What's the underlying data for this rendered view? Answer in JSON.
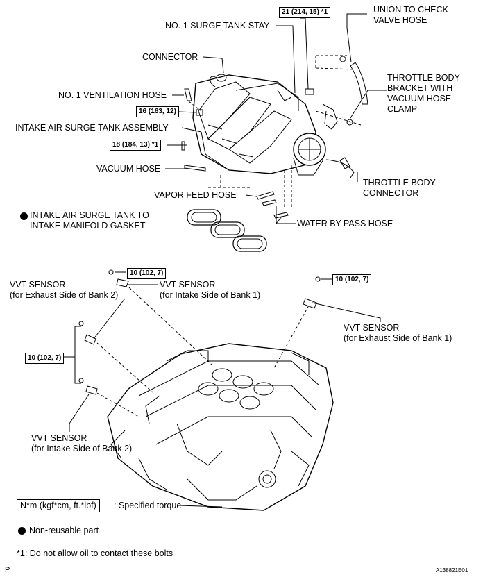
{
  "labels": {
    "union_hose": [
      "UNION TO CHECK",
      "VALVE HOSE"
    ],
    "surge_tank_stay": "NO. 1 SURGE TANK STAY",
    "connector": "CONNECTOR",
    "ventilation_hose": "NO. 1 VENTILATION HOSE",
    "throttle_bracket": [
      "THROTTLE BODY",
      "BRACKET WITH",
      "VACUUM HOSE",
      "CLAMP"
    ],
    "surge_tank_assembly": "INTAKE AIR SURGE TANK ASSEMBLY",
    "vacuum_hose": "VACUUM HOSE",
    "throttle_connector": [
      "THROTTLE BODY",
      "CONNECTOR"
    ],
    "vapor_feed_hose": "VAPOR FEED HOSE",
    "gasket": [
      "INTAKE AIR SURGE TANK TO",
      "INTAKE MANIFOLD GASKET"
    ],
    "water_bypass_hose": "WATER BY-PASS HOSE",
    "vvt_exhaust_bank2": [
      "VVT SENSOR",
      "(for Exhaust Side of Bank 2)"
    ],
    "vvt_intake_bank1": [
      "VVT SENSOR",
      "(for Intake Side of Bank 1)"
    ],
    "vvt_exhaust_bank1": [
      "VVT SENSOR",
      "(for Exhaust Side of Bank 1)"
    ],
    "vvt_intake_bank2": [
      "VVT SENSOR",
      "(for Intake Side of Bank 2)"
    ]
  },
  "torques": {
    "t21": "21 (214, 15) *1",
    "t16": "16 (163, 12)",
    "t18": "18 (184, 13) *1",
    "t10_top": "10 (102, 7)",
    "t10_right": "10 (102, 7)",
    "t10_left": "10 (102, 7)"
  },
  "legend": {
    "torque_unit": "N*m (kgf*cm, ft.*lbf)",
    "torque_desc": ": Specified torque",
    "non_reusable": "Non-reusable part",
    "footnote": "*1: Do not allow oil to contact these bolts"
  },
  "page_marker": "P",
  "figure_code": "A138821E01"
}
